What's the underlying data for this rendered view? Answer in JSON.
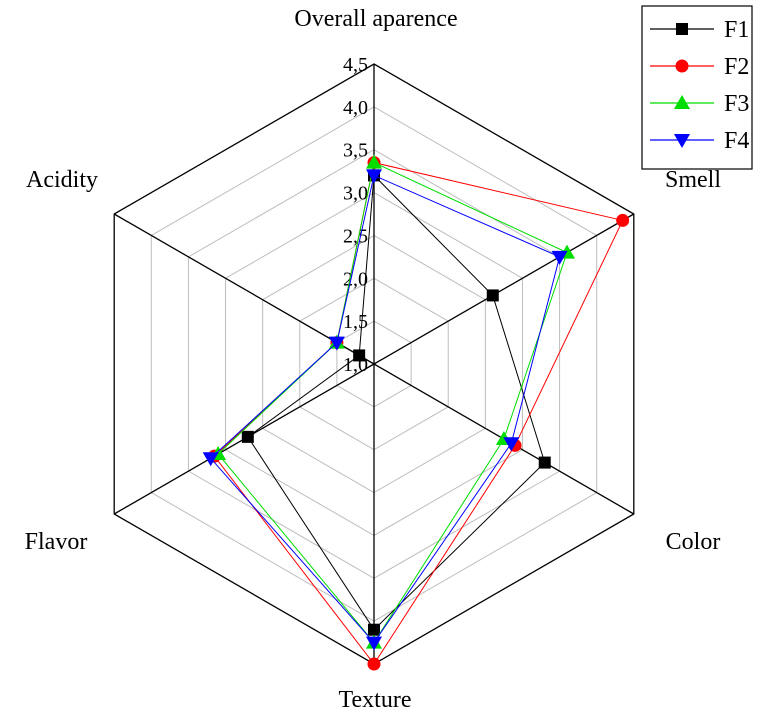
{
  "chart_data": {
    "type": "radar",
    "axes": [
      "Overall aparence",
      "Smell",
      "Color",
      "Texture",
      "Flavor",
      "Acidity"
    ],
    "rlim": [
      1.0,
      4.5
    ],
    "ticks": [
      "1,0",
      "1,5",
      "2,0",
      "2,5",
      "3,0",
      "3,5",
      "4,0",
      "4,5"
    ],
    "tick_values": [
      1.0,
      1.5,
      2.0,
      2.5,
      3.0,
      3.5,
      4.0,
      4.5
    ],
    "grid": true,
    "legend_position": "top-right",
    "series": [
      {
        "name": "F1",
        "color": "#000000",
        "marker": "square",
        "values": [
          3.2,
          2.6,
          3.3,
          4.1,
          2.7,
          1.2
        ]
      },
      {
        "name": "F2",
        "color": "#ff0000",
        "marker": "circle",
        "values": [
          3.35,
          4.35,
          2.9,
          4.5,
          3.15,
          1.5
        ]
      },
      {
        "name": "F3",
        "color": "#00dd00",
        "marker": "triangle-up",
        "values": [
          3.35,
          3.6,
          2.75,
          4.25,
          3.1,
          1.5
        ]
      },
      {
        "name": "F4",
        "color": "#0000ff",
        "marker": "triangle-down",
        "values": [
          3.2,
          3.5,
          2.85,
          4.25,
          3.2,
          1.5
        ]
      }
    ]
  }
}
